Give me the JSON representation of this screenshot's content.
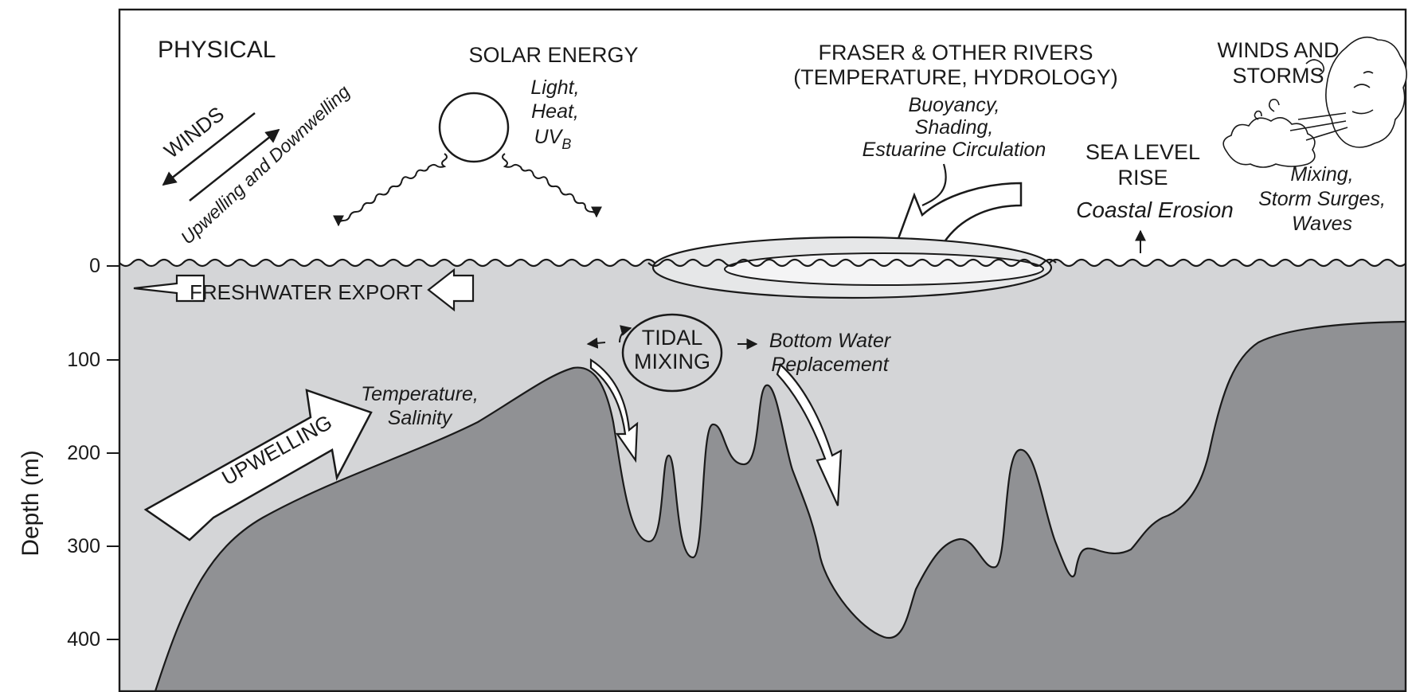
{
  "title": "PHYSICAL",
  "axis": {
    "ylabel": "Depth (m)",
    "ticks": [
      "0",
      "100",
      "200",
      "300",
      "400"
    ]
  },
  "winds": {
    "label": "WINDS",
    "effect": "Upwelling and Downwelling"
  },
  "solar": {
    "label": "SOLAR ENERGY",
    "effects": [
      "Light,",
      "Heat,",
      "UV"
    ],
    "uv_subscript": "B"
  },
  "rivers": {
    "label_lines": [
      "FRASER & OTHER RIVERS",
      "(TEMPERATURE, HYDROLOGY)"
    ],
    "effects": [
      "Buoyancy,",
      "Shading,",
      "Estuarine Circulation"
    ]
  },
  "sea_level": {
    "label_lines": [
      "SEA LEVEL",
      "RISE"
    ],
    "effect": "Coastal Erosion"
  },
  "storms": {
    "label_lines": [
      "WINDS AND",
      "STORMS"
    ],
    "effects": [
      "Mixing,",
      "Storm Surges,",
      "Waves"
    ]
  },
  "freshwater_export": "FRESHWATER EXPORT",
  "tidal_mixing": [
    "TIDAL",
    "MIXING"
  ],
  "bottom_water": [
    "Bottom Water",
    "Replacement"
  ],
  "upwelling": {
    "label": "UPWELLING",
    "effects": [
      "Temperature,",
      "Salinity"
    ]
  },
  "colors": {
    "water": "#d4d5d7",
    "seafloor": "#909194",
    "ink": "#1a1a1a",
    "background": "#ffffff"
  }
}
